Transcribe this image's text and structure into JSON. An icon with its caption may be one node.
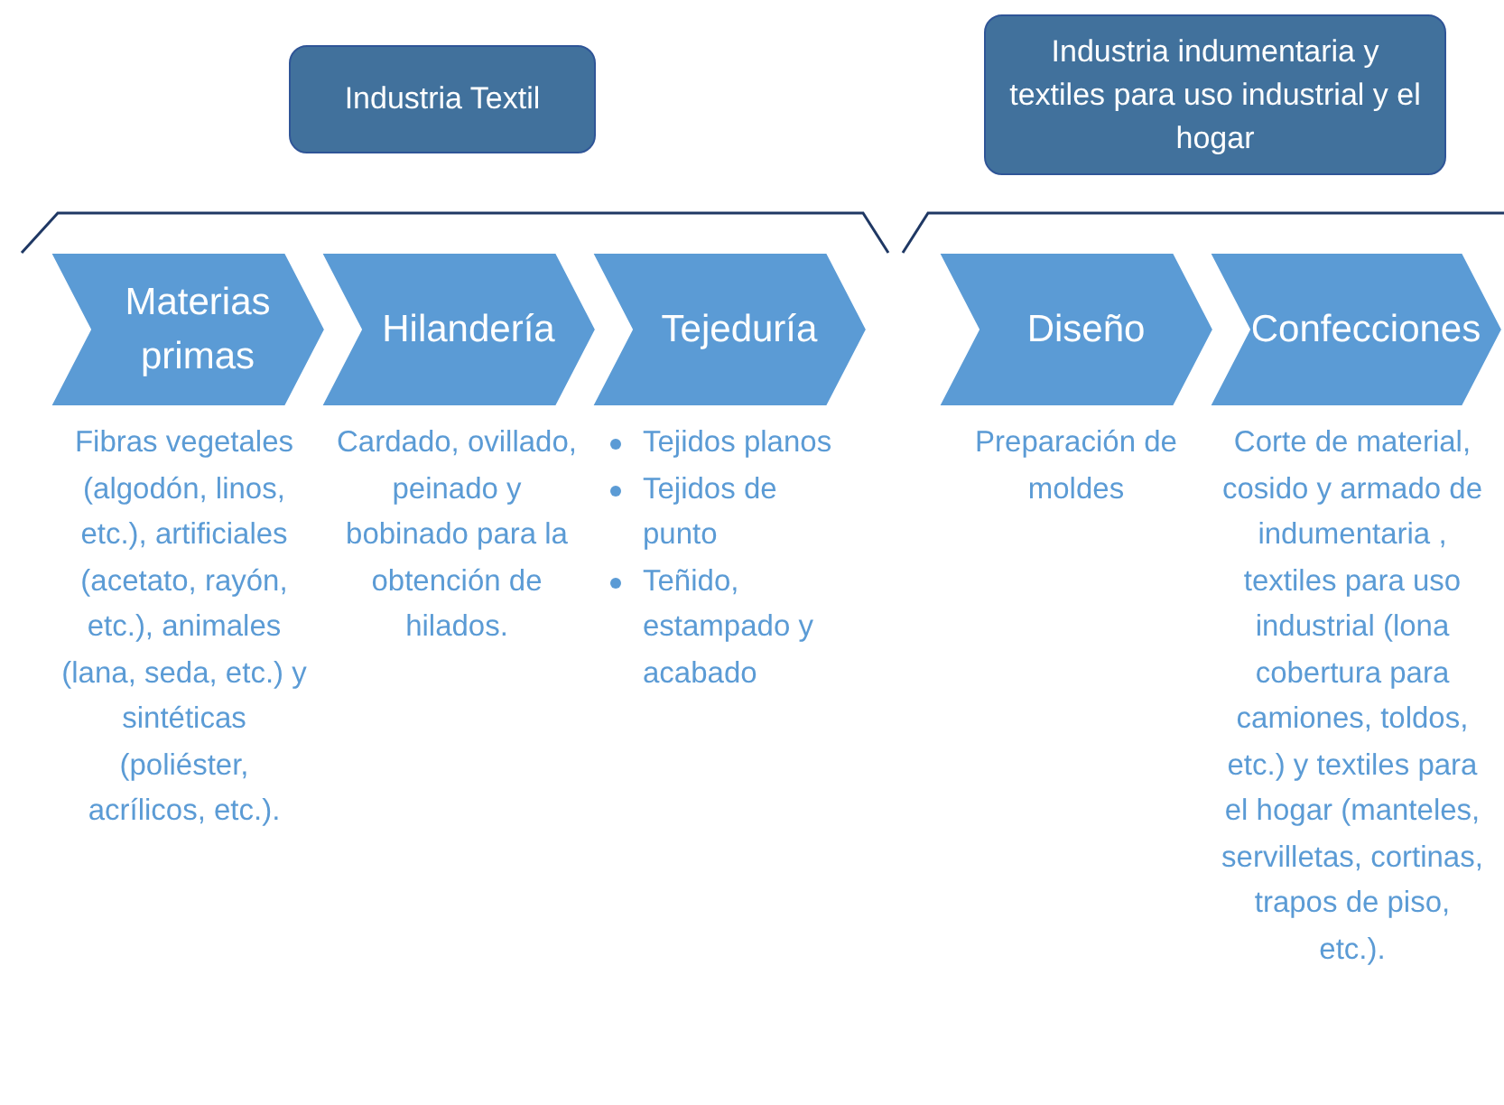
{
  "diagram": {
    "nodes": [
      {
        "text": [
          "Industria Textil"
        ]
      },
      {
        "text": [
          "Industria indumentaria y textiles para uso industrial y el hogar"
        ]
      },
      {
        "text": [
          "Materias primas"
        ],
        "beside": [
          "Fibras vegetales (algodón, linos, etc.), artificiales (acetato, rayón, etc.), animales (lana, seda, etc.) y sintéticas (poliéster, acrílicos, etc.)."
        ]
      },
      {
        "text": [
          "Hilandería"
        ],
        "beside": [
          "Cardado, ovillado, peinado y bobinado para la obtención de hilados."
        ]
      },
      {
        "text": [
          "Tejeduría"
        ],
        "beside": [
          "Tejidos planos",
          "Tejidos de punto",
          "Teñido, estampado y acabado"
        ]
      },
      {
        "text": [
          "Diseño"
        ],
        "beside": [
          "Preparación de moldes"
        ]
      },
      {
        "text": [
          "Confecciones"
        ],
        "beside": [
          "Corte de material, cosido y armado de indumentaria , textiles para uso industrial (lona cobertura para camiones, toldos, etc.) y textiles para el hogar (manteles, servilletas, cortinas, trapos de piso, etc.)."
        ]
      }
    ]
  }
}
